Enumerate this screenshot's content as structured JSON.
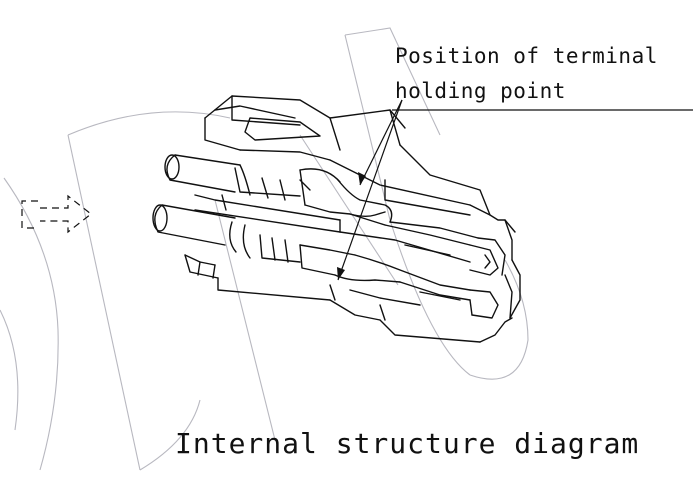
{
  "callout": {
    "line1": "Position of terminal",
    "line2": "holding point"
  },
  "caption": "Internal structure diagram",
  "colors": {
    "ink": "#111111",
    "guide_lines": "#b8b8c0",
    "background": "#ffffff"
  },
  "icons": {
    "insertion_arrow": "dashed-right-arrow-icon"
  }
}
